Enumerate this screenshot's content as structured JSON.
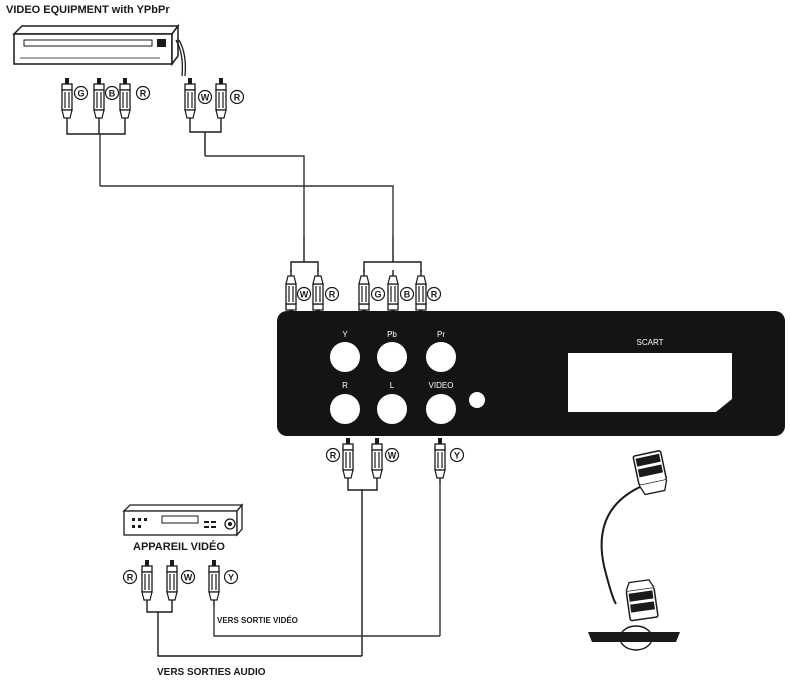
{
  "labels": {
    "top_equipment": "VIDEO EQUIPMENT with YPbPr",
    "appareil": "APPAREIL VIDÉO",
    "video_out": "VERS SORTIE VIDÉO",
    "audio_out": "VERS SORTIES AUDIO",
    "scart": "SCART"
  },
  "panel_jacks": {
    "y": "Y",
    "pb": "Pb",
    "pr": "Pr",
    "r": "R",
    "l": "L",
    "video": "VIDEO"
  },
  "plug_letters": {
    "green": "G",
    "blue": "B",
    "red": "R",
    "white": "W",
    "yellow": "Y"
  },
  "colors": {
    "ink": "#1a1a1a",
    "panel": "#141414",
    "jack_ring": "#ffffff",
    "cable": "#333333"
  }
}
